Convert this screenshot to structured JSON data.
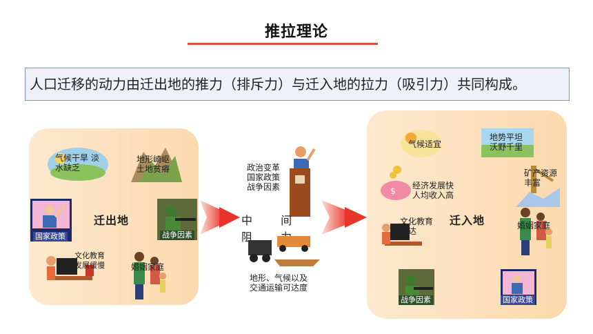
{
  "title": "推拉理论",
  "thesis": "人口迁移的动力由迁出地的推力（排斥力）与迁入地的拉力（吸引力）共同构成。",
  "origin": {
    "name": "迁出地",
    "factors": {
      "drought": "气候干旱 淡水缺乏",
      "terrain": "地形崎岖 土地贫瘠",
      "policy": "国家政策",
      "war": "战争因素",
      "education": "文化教育 发展缓慢",
      "marriage": "婚姻家庭"
    }
  },
  "middle": {
    "label": "中 间 阻 力",
    "politics": "政治变革 国家政策 战争因素",
    "geo": "地形、气候以及 交通运输可达度"
  },
  "destination": {
    "name": "迁入地",
    "factors": {
      "climate": "气候适宜",
      "terrain": "地势平坦 沃野千里",
      "economy": "经济发展快 人均收入高",
      "minerals": "矿产资源 丰富",
      "education": "文化教育 发达",
      "marriage": "婚姻家庭",
      "war": "战争因素",
      "policy": "国家政策"
    }
  },
  "colors": {
    "accent": "#d9503c",
    "panel": "#fbd9ad",
    "arrow": "#e8342a"
  }
}
